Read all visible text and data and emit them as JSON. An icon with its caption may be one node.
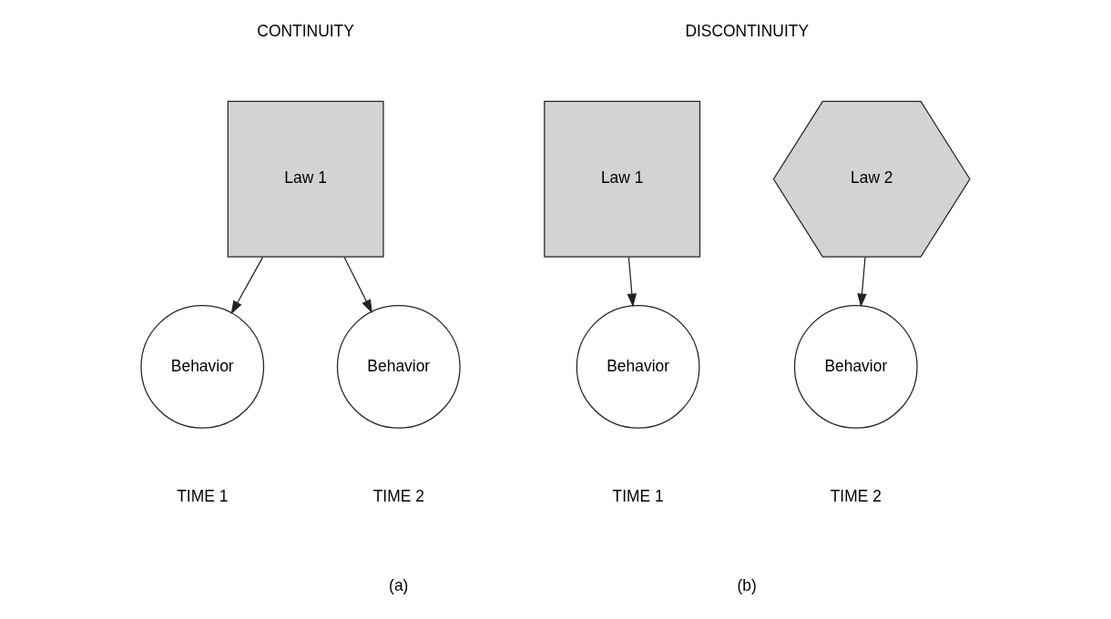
{
  "diagram": {
    "nodes": [
      {
        "text": [
          "Law 1"
        ]
      },
      {
        "text": [
          "Behavior"
        ]
      },
      {
        "text": [
          "Behavior"
        ]
      },
      {
        "text": [
          "Law 1"
        ]
      },
      {
        "text": [
          "Law 2"
        ]
      },
      {
        "text": [
          "Behavior"
        ]
      },
      {
        "text": [
          "Behavior"
        ]
      }
    ],
    "edges": [
      {
        "from": 0,
        "to": 1,
        "arrow": "to"
      },
      {
        "from": 0,
        "to": 2,
        "arrow": "to"
      },
      {
        "from": 3,
        "to": 5,
        "arrow": "to"
      },
      {
        "from": 4,
        "to": 6,
        "arrow": "to"
      }
    ],
    "labels": [
      "CONTINUITY",
      "DISCONTINUITY",
      "TIME 1",
      "TIME 2",
      "TIME 1",
      "TIME 2",
      "(a)",
      "(b)"
    ]
  }
}
